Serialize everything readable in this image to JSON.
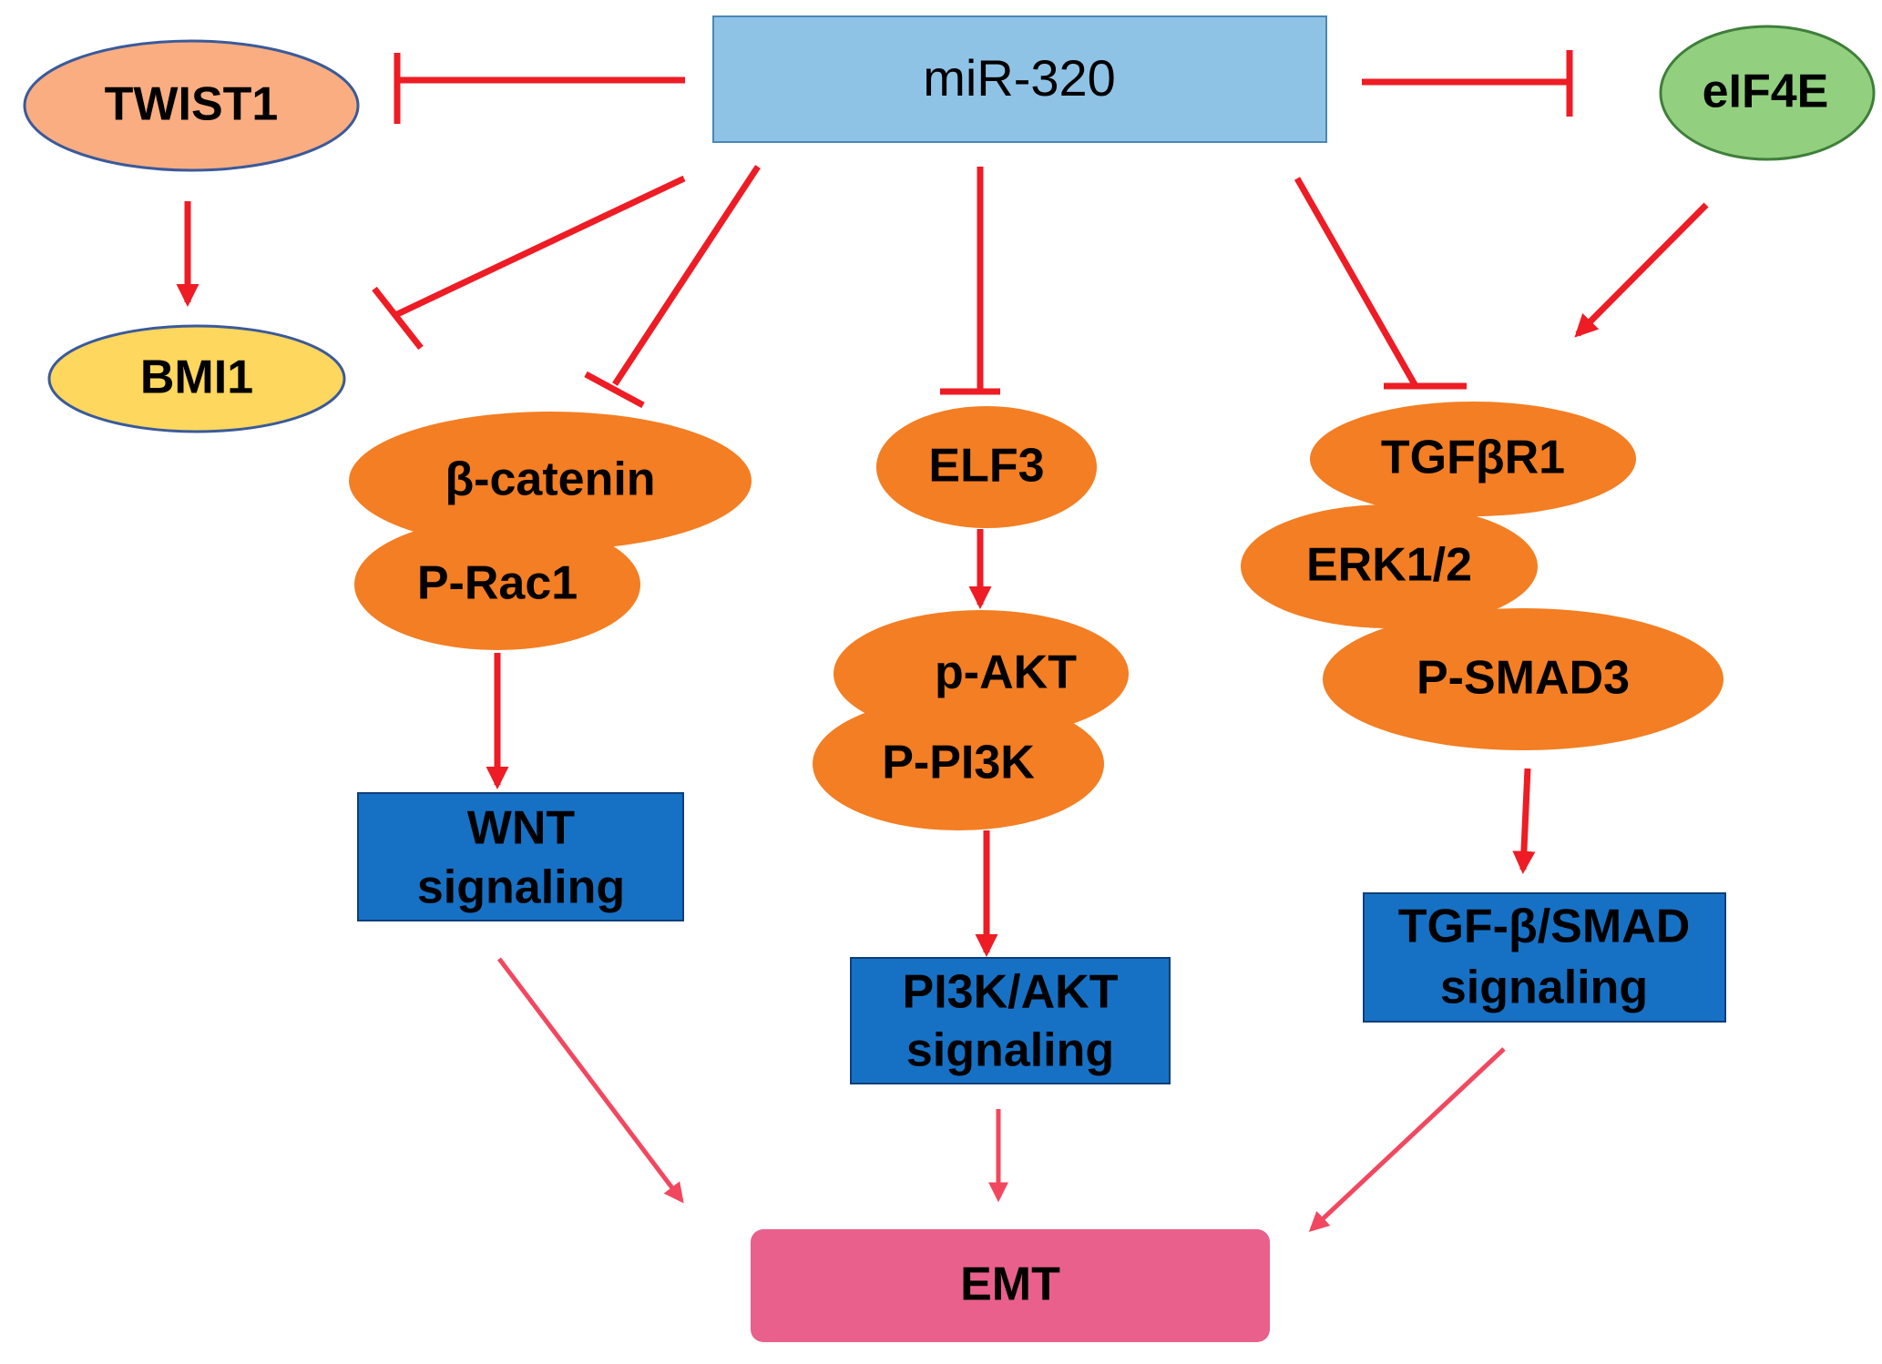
{
  "nodes": {
    "mir320": "miR-320",
    "twist1": "TWIST1",
    "eif4e": "eIF4E",
    "bmi1": "BMI1",
    "beta_catenin": "β-catenin",
    "p_rac1": "P-Rac1",
    "elf3": "ELF3",
    "p_akt": "p-AKT",
    "p_pi3k": "P-PI3K",
    "tgfbr1": "TGFβR1",
    "erk12": "ERK1/2",
    "p_smad3": "P-SMAD3",
    "wnt_line1": "WNT",
    "wnt_line2": "signaling",
    "pi3k_line1": "PI3K/AKT",
    "pi3k_line2": "signaling",
    "tgf_line1": "TGF-β/SMAD",
    "tgf_line2": "signaling",
    "emt": "EMT"
  },
  "colors": {
    "mir_box": "#8fc3e6",
    "twist1": "#f9ad81",
    "eif4e": "#92d080",
    "bmi1": "#fdd75e",
    "protein": "#f37e23",
    "pathway_box": "#1671c5",
    "emt_box": "#e9608c",
    "arrow_red": "#ee1c24",
    "arrow_pink": "#f1485f"
  },
  "edges": [
    {
      "from": "miR-320",
      "to": "TWIST1",
      "type": "inhibition"
    },
    {
      "from": "miR-320",
      "to": "eIF4E",
      "type": "inhibition"
    },
    {
      "from": "miR-320",
      "to": "BMI1",
      "type": "inhibition"
    },
    {
      "from": "miR-320",
      "to": "β-catenin",
      "type": "inhibition"
    },
    {
      "from": "miR-320",
      "to": "ELF3",
      "type": "inhibition"
    },
    {
      "from": "miR-320",
      "to": "TGFβR1",
      "type": "inhibition"
    },
    {
      "from": "TWIST1",
      "to": "BMI1",
      "type": "activation"
    },
    {
      "from": "eIF4E",
      "to": "TGFβR1",
      "type": "activation"
    },
    {
      "from": "P-Rac1",
      "to": "WNT signaling",
      "type": "activation"
    },
    {
      "from": "ELF3",
      "to": "p-AKT",
      "type": "activation"
    },
    {
      "from": "P-PI3K",
      "to": "PI3K/AKT signaling",
      "type": "activation"
    },
    {
      "from": "P-SMAD3",
      "to": "TGF-β/SMAD signaling",
      "type": "activation"
    },
    {
      "from": "WNT signaling",
      "to": "EMT",
      "type": "activation"
    },
    {
      "from": "PI3K/AKT signaling",
      "to": "EMT",
      "type": "activation"
    },
    {
      "from": "TGF-β/SMAD signaling",
      "to": "EMT",
      "type": "activation"
    }
  ]
}
